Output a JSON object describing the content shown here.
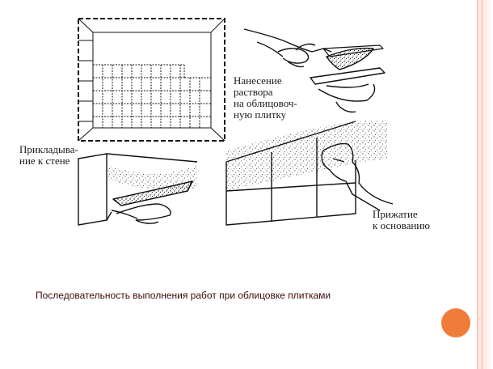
{
  "slide": {
    "labels": {
      "applying_mortar": [
        "Нанесение",
        "раствора",
        "на облицовоч-",
        "ную плитку"
      ],
      "placing_to_wall": [
        "Прикладыва-",
        "ние к стене"
      ],
      "pressing": [
        "Прижатие",
        "к основанию"
      ]
    },
    "caption": "Последовательность выполнения работ при облицовке плитками",
    "colors": {
      "frame": "#f1b39e",
      "accent_dot": "#f07c3a",
      "caption_text": "#3a0a0a"
    }
  }
}
